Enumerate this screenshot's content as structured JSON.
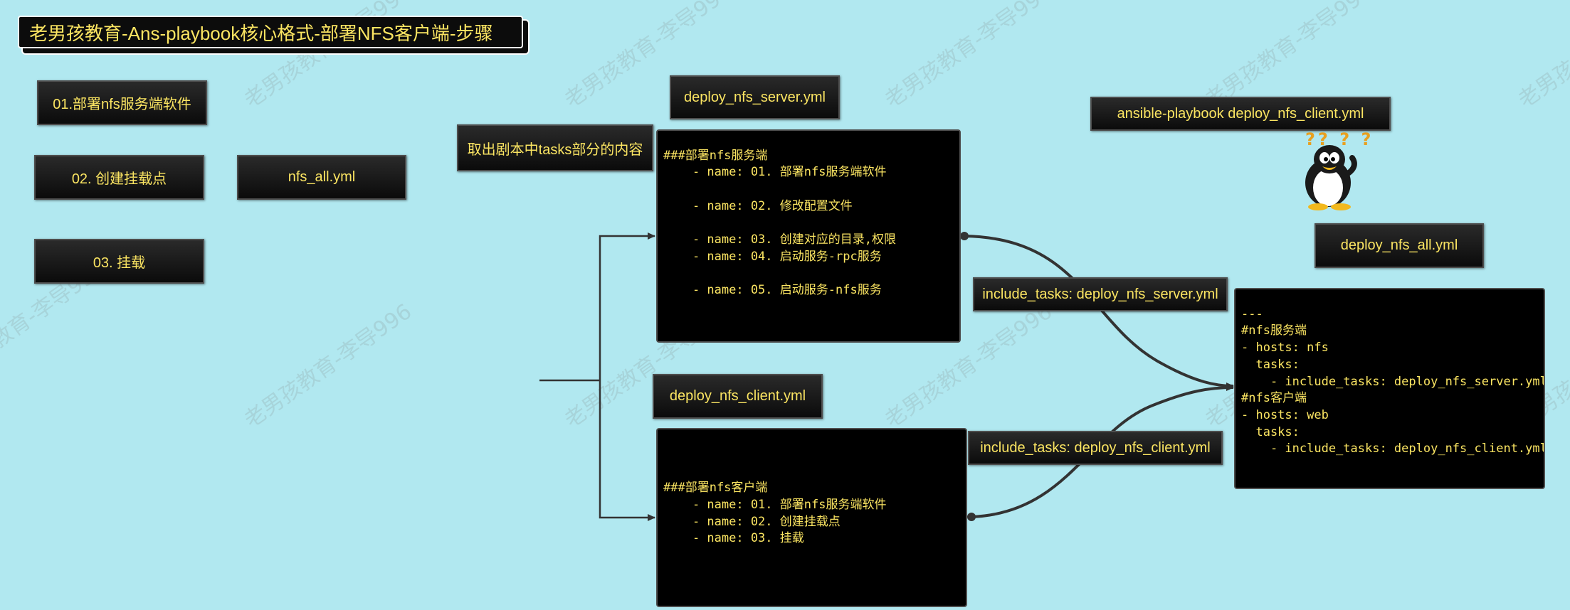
{
  "watermark": "老男孩教育-李导996",
  "title": "老男孩教育-Ans-playbook核心格式-部署NFS客户端-步骤",
  "steps": {
    "s1": "01.部署nfs服务端软件",
    "s2": "02. 创建挂载点",
    "s3": "03. 挂载"
  },
  "nfs_all_label": "nfs_all.yml",
  "extract_label": "取出剧本中tasks部分的内容",
  "server_file_label": "deploy_nfs_server.yml",
  "client_file_label": "deploy_nfs_client.yml",
  "server_code": "\n###部署nfs服务端\n    - name: 01. 部署nfs服务端软件\n\n    - name: 02. 修改配置文件\n\n    - name: 03. 创建对应的目录,权限\n    - name: 04. 启动服务-rpc服务\n\n    - name: 05. 启动服务-nfs服务",
  "client_code": "\n\n\n###部署nfs客户端\n    - name: 01. 部署nfs服务端软件\n    - name: 02. 创建挂载点\n    - name: 03. 挂载",
  "include_server_label": "include_tasks: deploy_nfs_server.yml",
  "include_client_label": "include_tasks: deploy_nfs_client.yml",
  "command_label": "ansible-playbook deploy_nfs_client.yml",
  "nfs_all_file_label": "deploy_nfs_all.yml",
  "all_code": "\n---\n#nfs服务端\n- hosts: nfs\n  tasks:\n    - include_tasks: deploy_nfs_server.yml\n#nfs客户端\n- hosts: web\n  tasks:\n    - include_tasks: deploy_nfs_client.yml",
  "penguin_marks": "?? ? ?",
  "colors": {
    "background": "#b1e8f0",
    "box": "#111111",
    "text": "#fbe562",
    "line": "#333333"
  }
}
